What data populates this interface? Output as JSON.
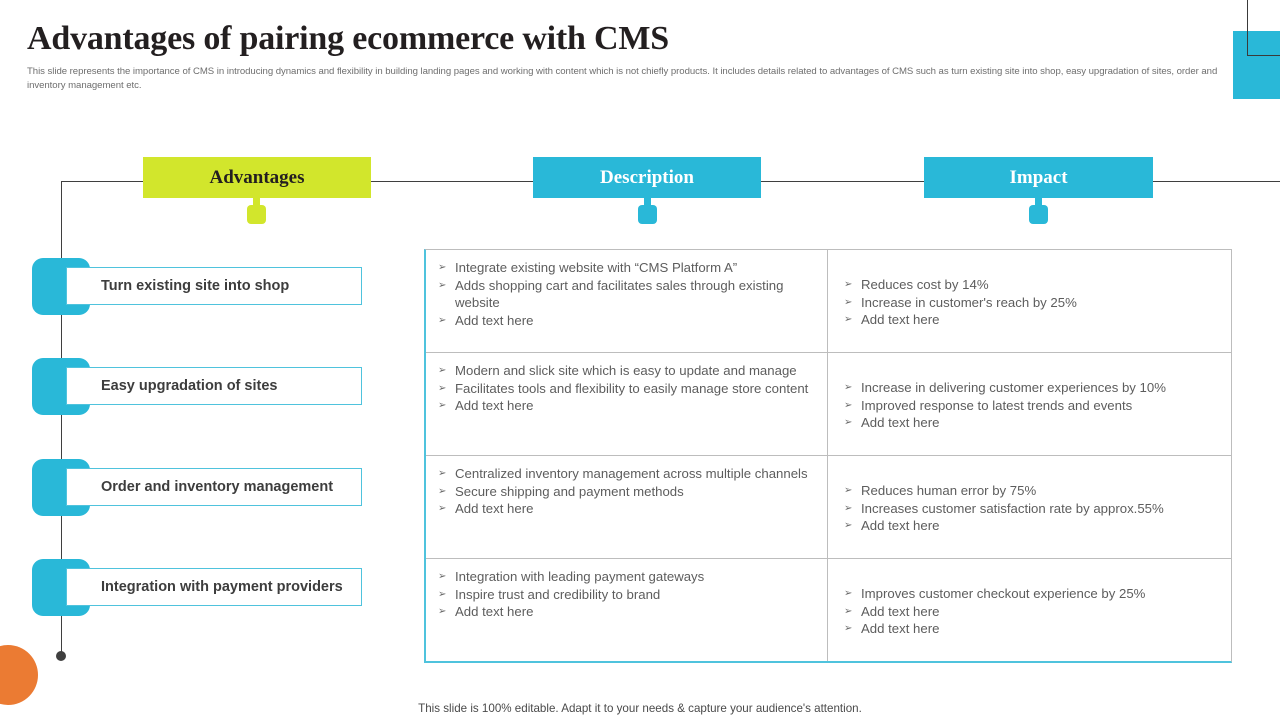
{
  "slide": {
    "title": "Advantages of pairing ecommerce with CMS",
    "subtitle": "This slide represents the importance of CMS in introducing dynamics and flexibility in building landing pages and working with content which is not chiefly products. It includes details related to advantages of CMS such as turn existing site into shop, easy upgradation of sites, order and inventory management etc.",
    "footer": "This slide is 100% editable. Adapt it to your needs & capture your audience's attention."
  },
  "colors": {
    "accent_teal": "#29b8d8",
    "accent_lime": "#d2e62c",
    "accent_orange": "#eb7b33",
    "border_teal": "#4fc3dd",
    "text_dark": "#231f20",
    "text_body": "#5d5d5d"
  },
  "headers": {
    "advantages": "Advantages",
    "description": "Description",
    "impact": "Impact"
  },
  "advantages": [
    {
      "label": "Turn existing site into shop"
    },
    {
      "label": "Easy upgradation of sites"
    },
    {
      "label": "Order and inventory management"
    },
    {
      "label": "Integration with payment providers"
    }
  ],
  "bullet_glyph": "➢",
  "rows": [
    {
      "description": [
        "Integrate existing website with “CMS Platform A”",
        "Adds shopping cart and facilitates sales through existing website",
        "Add text here"
      ],
      "impact": [
        "Reduces cost by 14%",
        "Increase in customer's reach by 25%",
        "Add text here"
      ]
    },
    {
      "description": [
        "Modern and slick site which is easy to update and manage",
        "Facilitates tools and flexibility to easily manage store content",
        "Add text here"
      ],
      "impact": [
        "Increase in delivering customer experiences by 10%",
        "Improved response to latest trends and events",
        "Add text here"
      ]
    },
    {
      "description": [
        "Centralized inventory management across multiple channels",
        "Secure shipping and payment methods",
        "Add text here"
      ],
      "impact": [
        "Reduces human error by 75%",
        "Increases customer satisfaction rate by approx.55%",
        "Add text here"
      ]
    },
    {
      "description": [
        "Integration with leading payment gateways",
        "Inspire trust and credibility to brand",
        "Add text here"
      ],
      "impact": [
        "Improves customer checkout experience by 25%",
        "Add text here",
        "Add text here"
      ]
    }
  ]
}
